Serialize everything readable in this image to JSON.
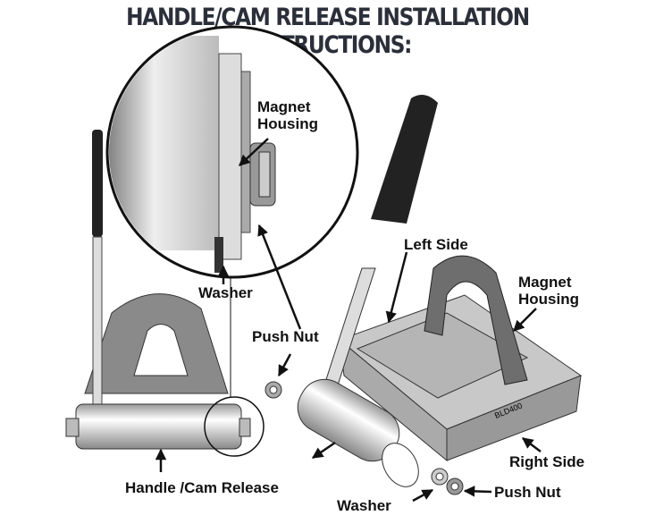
{
  "title": "HANDLE/CAM RELEASE INSTALLATION INSTRUCTIONS:",
  "labels": {
    "magnet_housing_inset": [
      "Magnet",
      "Housing"
    ],
    "washer_inset": "Washer",
    "push_nut_left": "Push Nut",
    "handle_cam_release": "Handle /Cam Release",
    "left_side": "Left Side",
    "magnet_housing_right": [
      "Magnet",
      "Housing"
    ],
    "right_side": "Right Side",
    "washer_bottom": "Washer",
    "push_nut_bottom": "Push Nut"
  },
  "device_marking": "BLD400",
  "colors": {
    "title": "#2b2f3a",
    "housing": "#6e6e6e",
    "metal": "#cfcfcf"
  }
}
